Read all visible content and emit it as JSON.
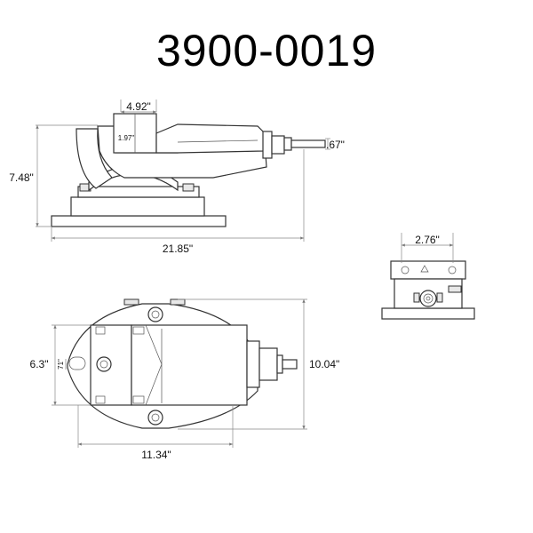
{
  "title": "3900-0019",
  "side_view": {
    "dims": {
      "jaw_width": "4.92\"",
      "jaw_depth": "1.97\"",
      "height": "7.48\"",
      "length": "21.85\"",
      "handle": ".67\""
    }
  },
  "end_view": {
    "dims": {
      "width": "2.76\""
    }
  },
  "top_view": {
    "dims": {
      "slot_spacing": "6.3\"",
      "slot": "71\"",
      "depth": "10.04\"",
      "base_length": "11.34\""
    }
  }
}
